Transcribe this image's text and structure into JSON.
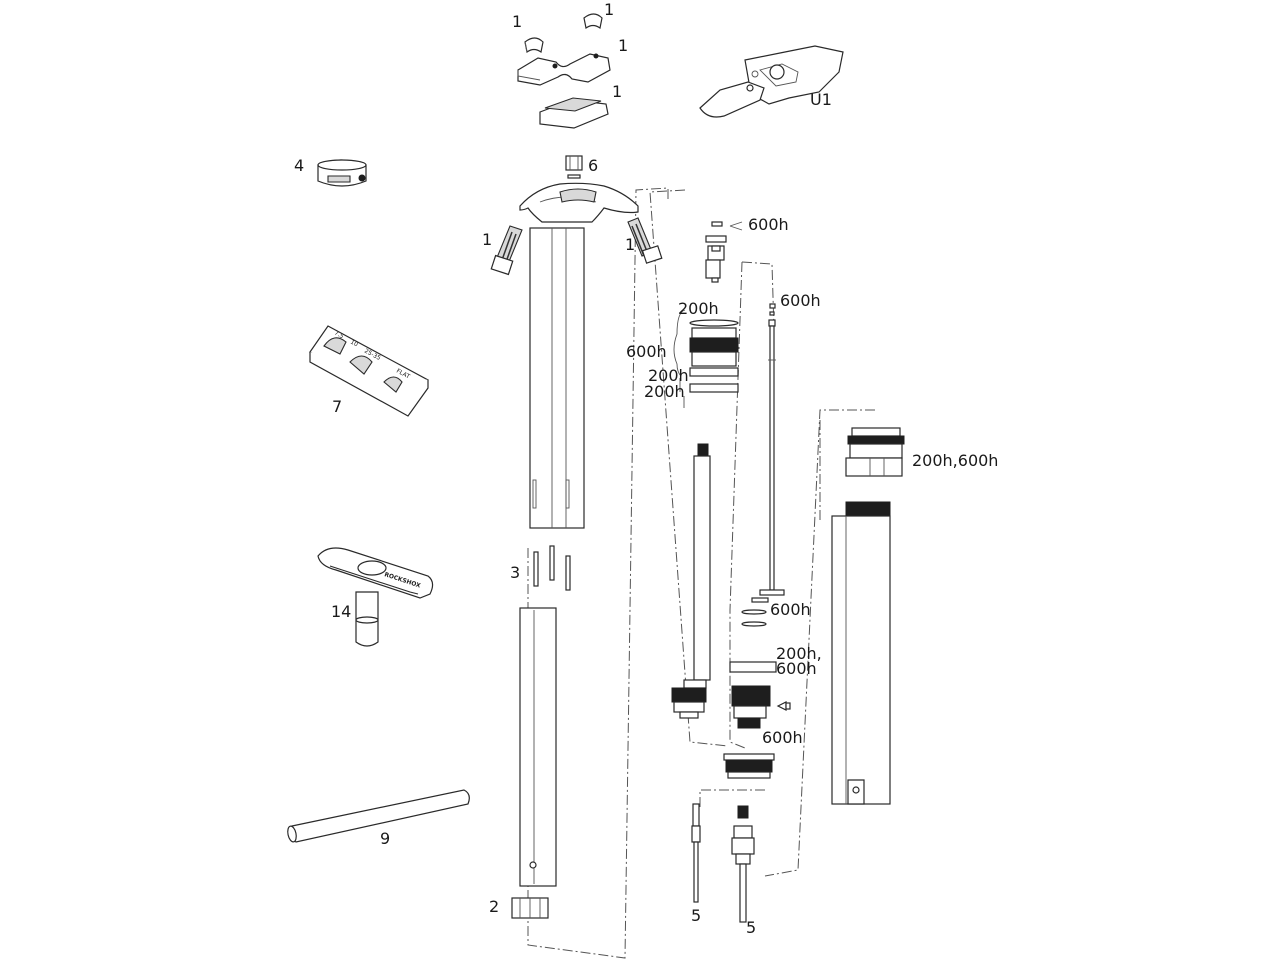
{
  "callouts": {
    "top_hardware_1a": "1",
    "top_hardware_1b": "1",
    "clamp_top_1": "1",
    "clamp_bottom_1": "1",
    "remote_lever": "U1",
    "seat_collar": "4",
    "nut": "6",
    "bolt_left": "1",
    "bolt_right": "1",
    "cartridge_top_oring": "600h",
    "shaft_top_oring": "600h",
    "seal_head_200h_a": "200h",
    "seal_head_600h": "600h",
    "seal_head_200h_b": "200h",
    "seal_head_200h_c": "200h",
    "bushing_tool": "7",
    "top_cap_service": "200h,600h",
    "keys": "3",
    "torque_wrench": "14",
    "shaft_lower_oring": "600h",
    "lower_seal_l1": "200h,",
    "lower_seal_l2": "600h",
    "piston_oring": "600h",
    "bleed_rod": "9",
    "bottom_nut": "2",
    "cable_left": "5",
    "cable_right": "5"
  },
  "brand_text": {
    "wrench_logo": "ROCKSHOX",
    "tool_marks": [
      "7.5",
      "10",
      "25-35",
      "FLAT"
    ]
  }
}
